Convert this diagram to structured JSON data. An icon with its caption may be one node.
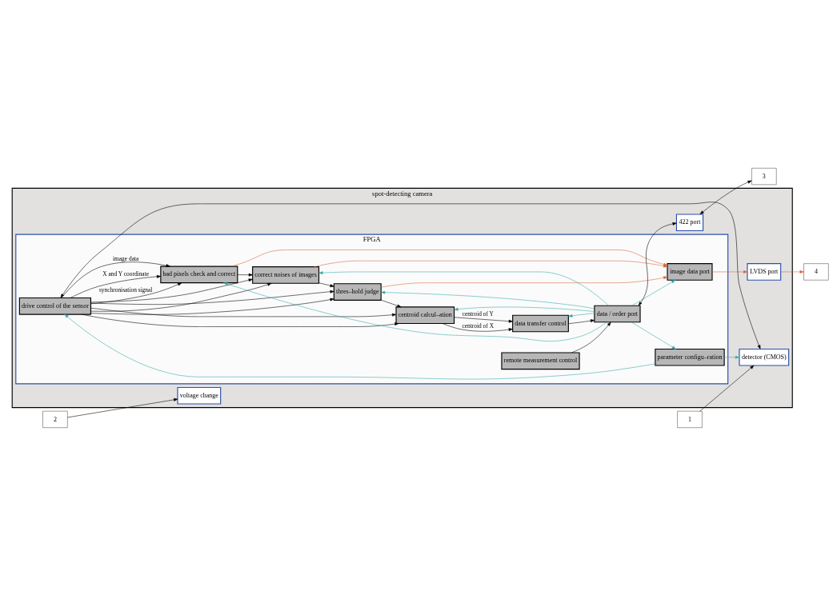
{
  "diagram": {
    "nodes": [
      {
        "text": [
          "spot-detecting camera"
        ]
      },
      {
        "text": [
          "FPGA"
        ],
        "in": 0
      },
      {
        "text": [
          "1"
        ]
      },
      {
        "text": [
          "detector (CMOS)"
        ],
        "in": 0
      },
      {
        "text": [
          "drive control of the sensor"
        ],
        "in": 1
      },
      {
        "text": [
          "bad pixels check and correct"
        ],
        "in": 1
      },
      {
        "text": [
          "correct noises of images"
        ],
        "in": 1
      },
      {
        "text": [
          "thres–hold judge"
        ],
        "in": 1
      },
      {
        "text": [
          "centroid calcul–ation"
        ],
        "in": 1
      },
      {
        "text": [
          "remote measurement control"
        ],
        "in": 1
      },
      {
        "text": [
          "data transfer control"
        ],
        "in": 1
      },
      {
        "text": [
          "data / order port"
        ],
        "in": 1
      },
      {
        "text": [
          "parameter configu–ration"
        ],
        "in": 1
      },
      {
        "text": [
          "image data port"
        ],
        "in": 1
      },
      {
        "text": [
          "voltage change"
        ],
        "in": 0
      },
      {
        "text": [
          "422 port"
        ],
        "in": 0
      },
      {
        "text": [
          "LVDS port"
        ],
        "in": 0
      },
      {
        "text": [
          "2"
        ]
      },
      {
        "text": [
          "3"
        ]
      },
      {
        "text": [
          "4"
        ]
      }
    ],
    "edges": [
      {
        "from": 2,
        "to": 3,
        "arrow": "to"
      },
      {
        "from": 3,
        "to": 4,
        "arrow": "both"
      },
      {
        "from": 4,
        "to": 5,
        "arrow": "to",
        "label": "image data"
      },
      {
        "from": 5,
        "to": 6,
        "arrow": "to"
      },
      {
        "from": 6,
        "to": 7,
        "arrow": "to"
      },
      {
        "from": 7,
        "to": 8,
        "arrow": "to"
      },
      {
        "from": 4,
        "to": 5,
        "arrow": "to",
        "label": "synchronisation signal"
      },
      {
        "from": 4,
        "to": 6,
        "arrow": "to"
      },
      {
        "from": 4,
        "to": 7,
        "arrow": "to"
      },
      {
        "from": 4,
        "to": 8,
        "arrow": "to"
      },
      {
        "from": 4,
        "to": 5,
        "arrow": "to",
        "label": "X and Y coordinate"
      },
      {
        "from": 4,
        "to": 6,
        "arrow": "to"
      },
      {
        "from": 4,
        "to": 7,
        "arrow": "to"
      },
      {
        "from": 4,
        "to": 8,
        "arrow": "to"
      },
      {
        "from": 8,
        "to": 10,
        "arrow": "to",
        "label": "centroid of X"
      },
      {
        "from": 8,
        "to": 10,
        "arrow": "to",
        "label": "centroid of Y"
      },
      {
        "from": 9,
        "to": 11,
        "arrow": "to"
      },
      {
        "from": 10,
        "to": 11,
        "arrow": "to"
      },
      {
        "from": 11,
        "to": 15,
        "arrow": "both"
      },
      {
        "from": 15,
        "to": 18,
        "arrow": "both"
      },
      {
        "from": 17,
        "to": 14,
        "arrow": "to"
      },
      {
        "from": 12,
        "to": 4,
        "arrow": "to",
        "color": "#35a9a9"
      },
      {
        "from": 12,
        "to": 3,
        "arrow": "to",
        "color": "#35a9a9"
      },
      {
        "from": 11,
        "to": 12,
        "arrow": "to",
        "color": "#35a9a9"
      },
      {
        "from": 11,
        "to": 5,
        "arrow": "to",
        "color": "#35a9a9"
      },
      {
        "from": 11,
        "to": 6,
        "arrow": "to",
        "color": "#35a9a9"
      },
      {
        "from": 11,
        "to": 7,
        "arrow": "to",
        "color": "#35a9a9"
      },
      {
        "from": 11,
        "to": 8,
        "arrow": "to",
        "color": "#35a9a9"
      },
      {
        "from": 11,
        "to": 10,
        "arrow": "to",
        "color": "#35a9a9"
      },
      {
        "from": 11,
        "to": 13,
        "arrow": "to",
        "color": "#35a9a9"
      },
      {
        "from": 5,
        "to": 13,
        "arrow": "to",
        "color": "#d4683c"
      },
      {
        "from": 6,
        "to": 13,
        "arrow": "to",
        "color": "#d4683c"
      },
      {
        "from": 7,
        "to": 13,
        "arrow": "to",
        "color": "#d4683c"
      },
      {
        "from": 13,
        "to": 16,
        "arrow": "to",
        "color": "#d4683c"
      },
      {
        "from": 16,
        "to": 19,
        "arrow": "to",
        "color": "#d4683c"
      }
    ]
  }
}
